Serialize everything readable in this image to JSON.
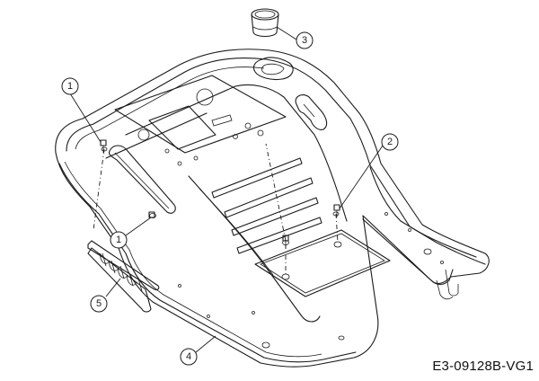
{
  "drawing_code": "E3-09128B-VG1",
  "callouts": [
    {
      "id": "callout-1a",
      "label": "1"
    },
    {
      "id": "callout-1b",
      "label": "1"
    },
    {
      "id": "callout-2",
      "label": "2"
    },
    {
      "id": "callout-3",
      "label": "3"
    },
    {
      "id": "callout-4",
      "label": "4"
    },
    {
      "id": "callout-5",
      "label": "5"
    }
  ]
}
